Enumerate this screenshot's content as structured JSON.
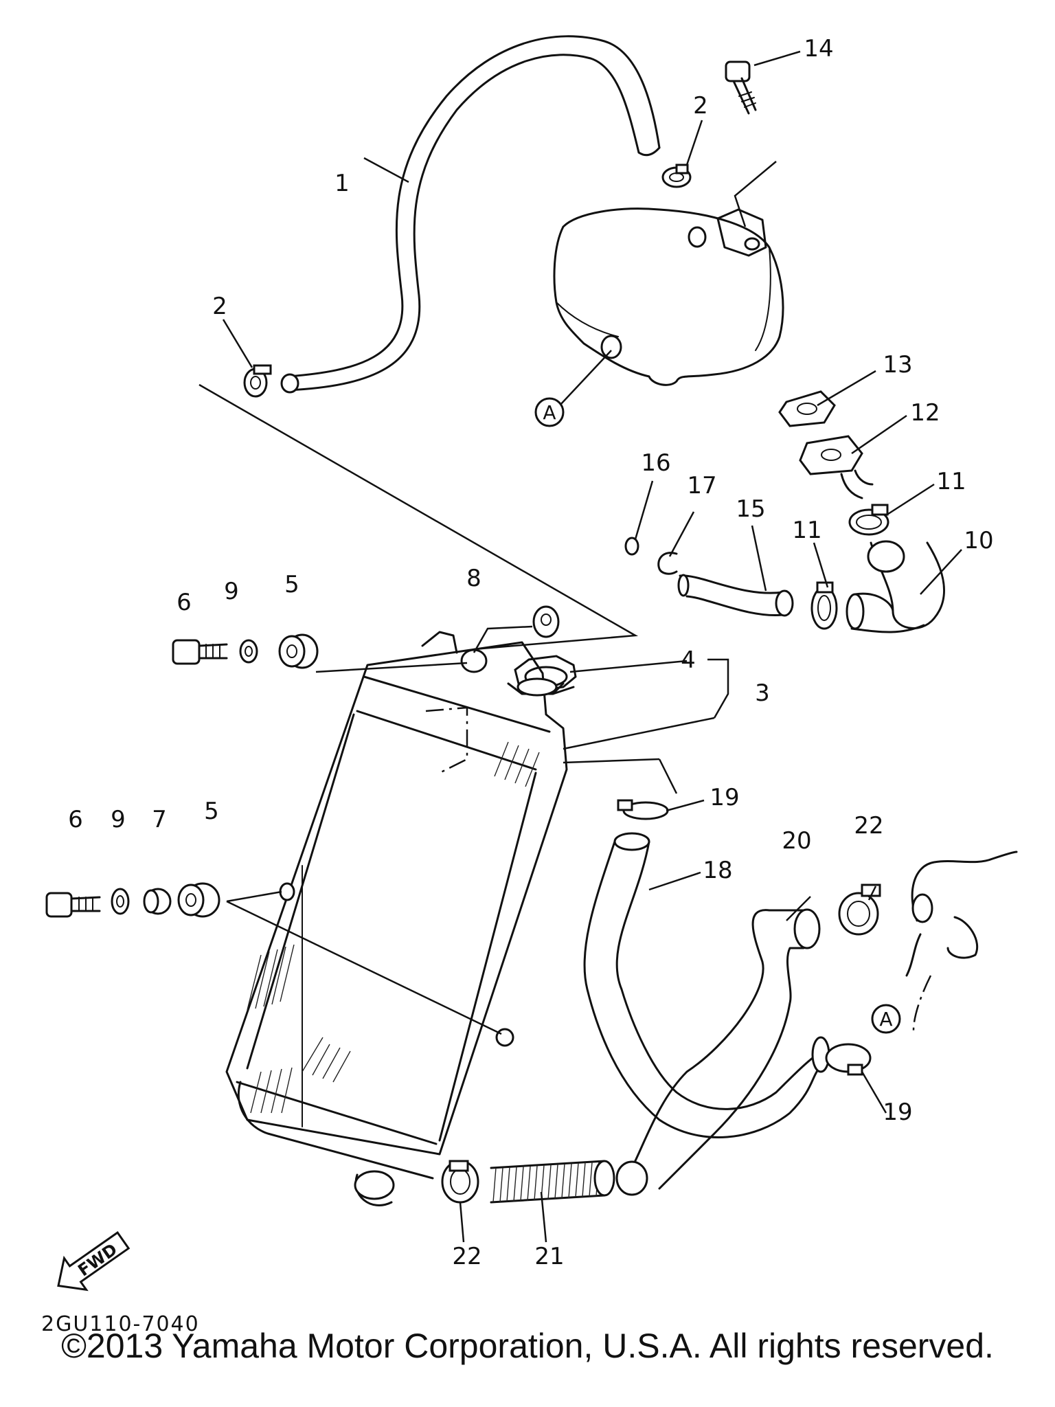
{
  "diagram_code": "2GU110-7040",
  "copyright": "©2013 Yamaha Motor Corporation, U.S.A. All rights reserved.",
  "fwd_label": "FWD",
  "ref_marker": "A",
  "callouts": {
    "c1": "1",
    "c2a": "2",
    "c2b": "2",
    "c3": "3",
    "c4": "4",
    "c5a": "5",
    "c5b": "5",
    "c6a": "6",
    "c6b": "6",
    "c7": "7",
    "c8": "8",
    "c9a": "9",
    "c9b": "9",
    "c10": "10",
    "c11a": "11",
    "c11b": "11",
    "c12": "12",
    "c13": "13",
    "c14": "14",
    "c15": "15",
    "c16": "16",
    "c17": "17",
    "c18": "18",
    "c19a": "19",
    "c19b": "19",
    "c20": "20",
    "c21": "21",
    "c22a": "22",
    "c22b": "22"
  }
}
